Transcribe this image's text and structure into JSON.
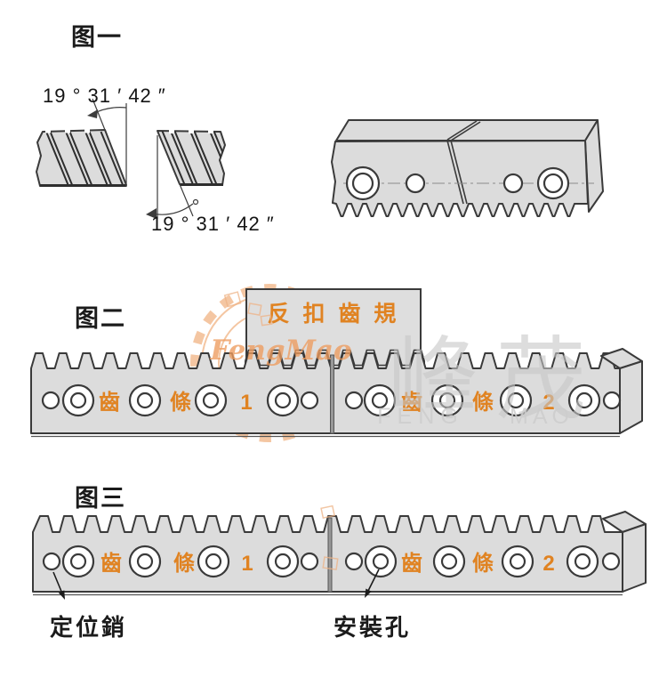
{
  "figure1": {
    "label": "图一",
    "angle_top": "19 ° 31 ′ 42 ″",
    "angle_bottom": "19 ° 31 ′ 42 ″"
  },
  "figure2": {
    "label": "图二",
    "gauge_label": "反 扣 齒 規",
    "rack1": {
      "char1": "齒",
      "char2": "條",
      "num": "1"
    },
    "rack2": {
      "char1": "齒",
      "char2": "條",
      "num": "2"
    }
  },
  "figure3": {
    "label": "图三",
    "rack1": {
      "char1": "齒",
      "char2": "條",
      "num": "1"
    },
    "rack2": {
      "char1": "齒",
      "char2": "條",
      "num": "2"
    },
    "pin_label": "定位銷",
    "hole_label": "安裝孔"
  },
  "watermark": {
    "script": "FengMao",
    "char1": "峰",
    "char2": "茂",
    "en_left": "FENG",
    "en_right": "MAO"
  },
  "colors": {
    "accent_orange": "#e08322",
    "part_fill": "#dcdcdc",
    "line_dark": "#3a3a3a",
    "watermark_orange": "#f3bd92",
    "watermark_gray": "#c7c7c7"
  }
}
